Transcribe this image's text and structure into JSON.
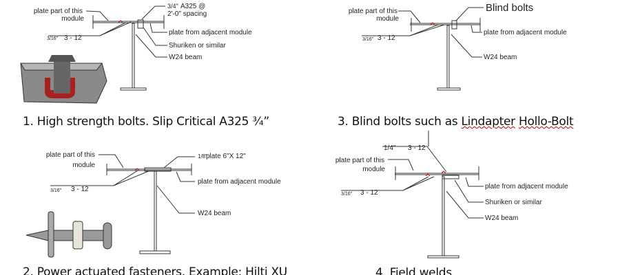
{
  "panel1": {
    "plate_part": "plate part of this",
    "module": "module",
    "bolt_spec_fraction": "3/4\"",
    "bolt_spec": "A325 @",
    "spacing": "2'-0\" spacing",
    "plate_adjacent": "plate from adjacent module",
    "shuriken": "Shuriken or similar",
    "beam": "W24 beam",
    "weld_fraction": "3/16\"",
    "weld": "3 - 12",
    "caption": "1. High strength bolts.  Slip Critical A325 ¾”"
  },
  "panel2": {
    "plate_part": "plate part of this",
    "module": "module",
    "plate_spec_fraction": "1/8\"",
    "plate_spec": "plate 6\"X 12\"",
    "plate_adjacent": "plate from adjacent module",
    "beam": "W24 beam",
    "weld_fraction": "3/16\"",
    "weld": "3 - 12",
    "caption": "2. Power actuated fasteners.  Example: Hilti XU"
  },
  "panel3": {
    "title": "Blind bolts",
    "plate_part": "plate part of this",
    "module": "module",
    "plate_adjacent": "plate from adjacent module",
    "beam": "W24 beam",
    "weld_fraction": "3/16\"",
    "weld": "3 - 12",
    "caption_prefix": "3. Blind bolts such as ",
    "caption_brand": "Lindapter",
    "caption_space": " ",
    "caption_product": "Hollo-Bolt"
  },
  "panel4": {
    "top_weld_size": "1/4\"",
    "top_weld": "3 - 12",
    "plate_part": "plate part of this",
    "module": "module",
    "plate_adjacent": "plate from adjacent module",
    "shuriken": "Shuriken or similar",
    "beam": "W24 beam",
    "weld_fraction": "3/16\"",
    "weld": "3 - 12",
    "caption": "4. Field welds"
  }
}
